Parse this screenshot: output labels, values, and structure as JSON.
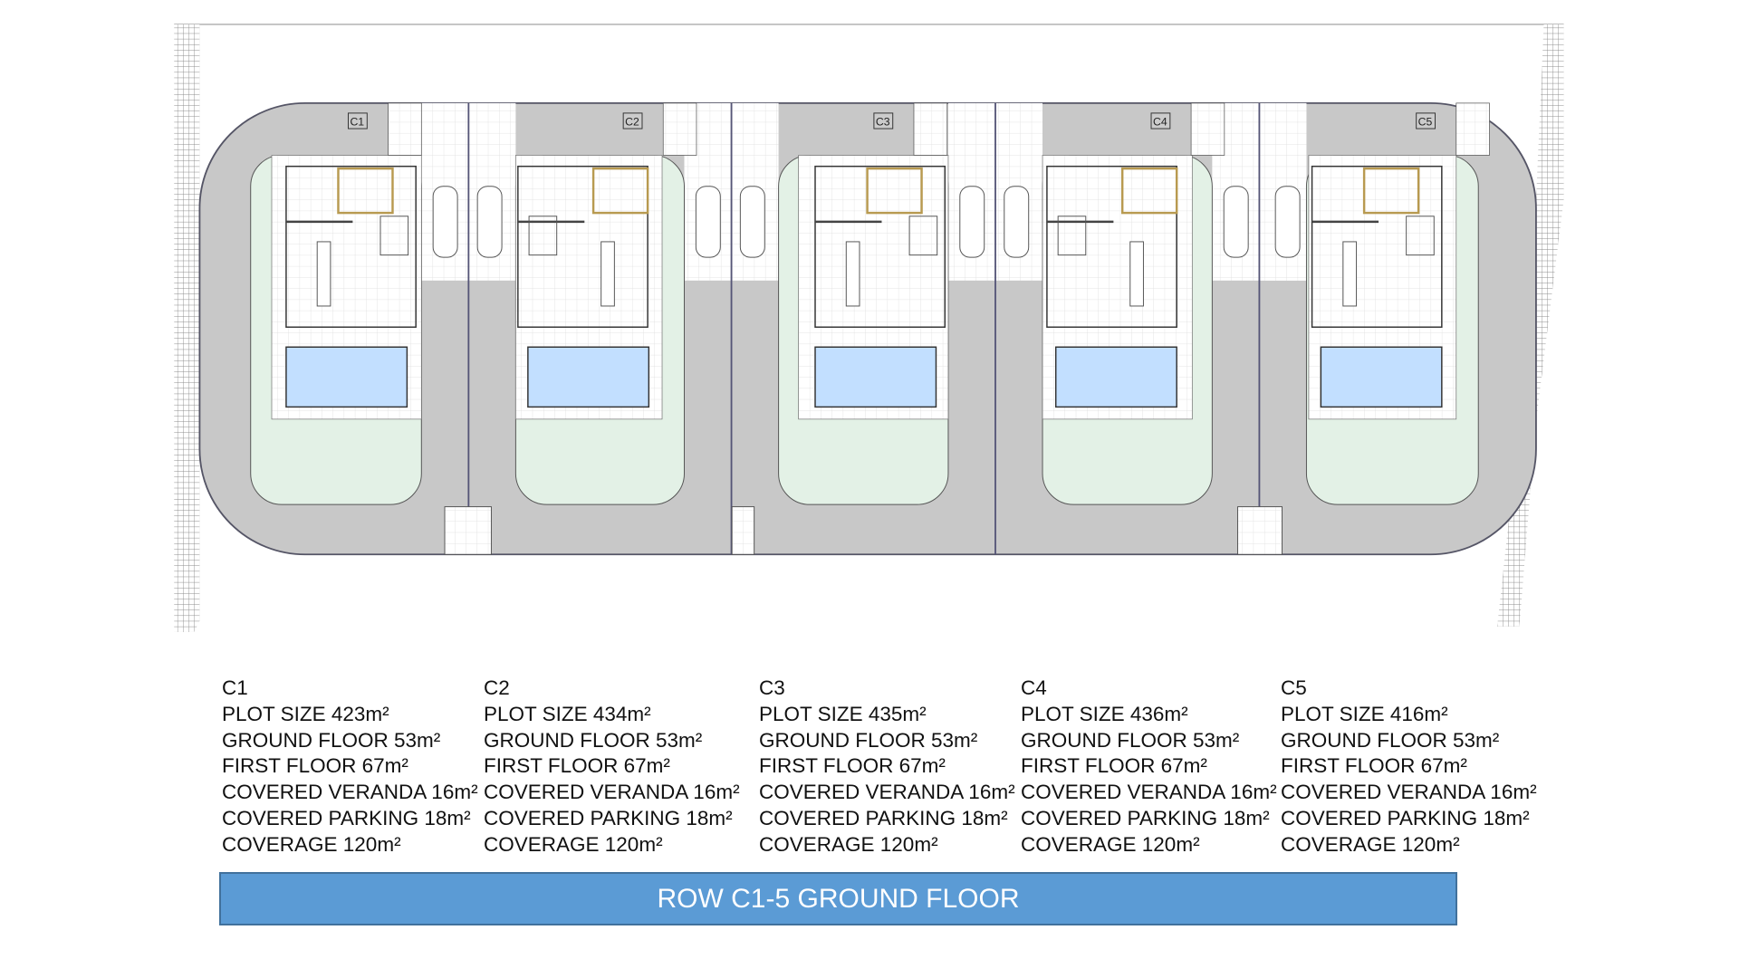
{
  "plan": {
    "unit_labels": [
      "C1",
      "C2",
      "C3",
      "C4",
      "C5"
    ]
  },
  "units": [
    {
      "name": "C1",
      "lines": [
        "PLOT SIZE 423m²",
        "GROUND FLOOR 53m²",
        "FIRST FLOOR 67m²",
        "COVERED VERANDA 16m²",
        "COVERED PARKING 18m²",
        "COVERAGE 120m²"
      ]
    },
    {
      "name": "C2",
      "lines": [
        "PLOT SIZE 434m²",
        "GROUND FLOOR 53m²",
        "FIRST FLOOR 67m²",
        "COVERED VERANDA 16m²",
        "COVERED PARKING 18m²",
        "COVERAGE 120m²"
      ]
    },
    {
      "name": "C3",
      "lines": [
        "PLOT SIZE 435m²",
        "GROUND FLOOR 53m²",
        "FIRST FLOOR 67m²",
        "COVERED VERANDA 16m²",
        "COVERED PARKING 18m²",
        "COVERAGE 120m²"
      ]
    },
    {
      "name": "C4",
      "lines": [
        "PLOT SIZE 436m²",
        "GROUND FLOOR 53m²",
        "FIRST FLOOR 67m²",
        "COVERED VERANDA 16m²",
        "COVERED PARKING 18m²",
        "COVERAGE 120m²"
      ]
    },
    {
      "name": "C5",
      "lines": [
        "PLOT SIZE 416m²",
        "GROUND FLOOR 53m²",
        "FIRST FLOOR 67m²",
        "COVERED VERANDA 16m²",
        "COVERED PARKING 18m²",
        "COVERAGE 120m²"
      ]
    }
  ],
  "banner": {
    "title": "ROW C1-5 GROUND FLOOR"
  },
  "colors": {
    "banner": "#5b9bd5",
    "garden": "#e3f1e6",
    "pool": "#c2dfff",
    "paving": "#c8c8c8"
  }
}
